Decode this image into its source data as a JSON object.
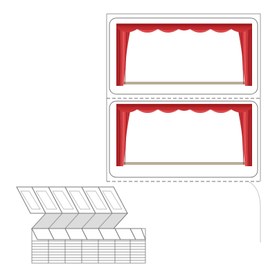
{
  "colors": {
    "background": "#ffffff",
    "outline": "#9a9a9a",
    "curtain_dark": "#9e1a1e",
    "curtain_mid": "#c8282c",
    "curtain_light": "#e2474b",
    "stage_floor": "#b9ad98",
    "ticket_stroke": "#7a7a7a"
  },
  "icons": [
    "theater-curtain-icon",
    "ticket-stack-icon"
  ],
  "tickets": [
    {
      "name": "ticket-top",
      "image": "theater-stage"
    },
    {
      "name": "ticket-bottom",
      "image": "theater-stage"
    }
  ]
}
